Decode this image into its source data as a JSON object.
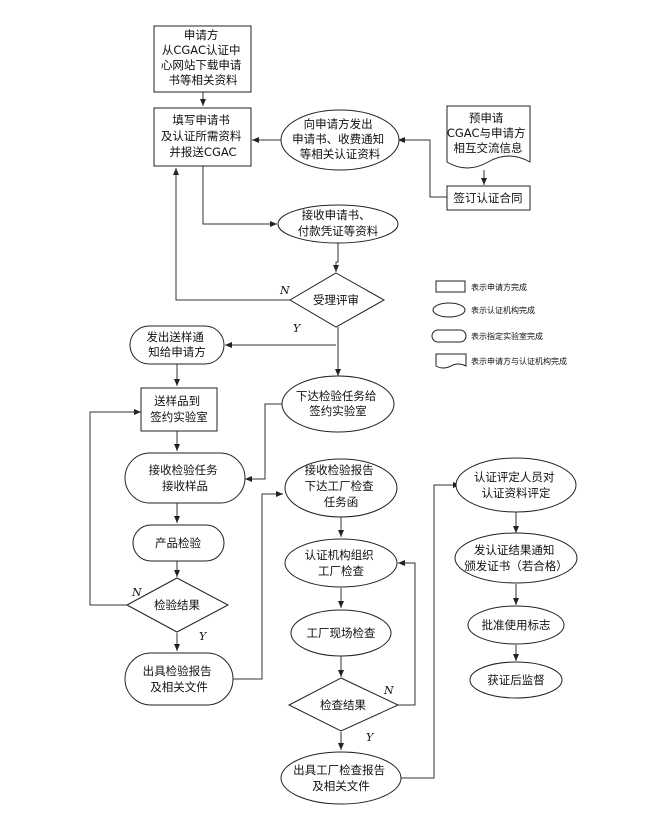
{
  "nodes": {
    "applicant_download": [
      "申请方",
      "从CGAC认证中",
      "心网站下载申请",
      "书等相关资料"
    ],
    "fill_application": [
      "填写申请书",
      "及认证所需资料",
      "并报送CGAC"
    ],
    "send_forms": [
      "向申请方发出",
      "申请书、收费通知",
      "等相关认证资料"
    ],
    "pre_application": [
      "预申请",
      "CGAC与申请方",
      "相互交流信息"
    ],
    "sign_contract": [
      "签订认证合同"
    ],
    "receive_application": [
      "接收申请书、",
      "付款凭证等资料"
    ],
    "acceptance_review": [
      "受理评审"
    ],
    "sample_notice": [
      "发出送样通",
      "知给申请方"
    ],
    "issue_task": [
      "下达检验任务给",
      "签约实验室"
    ],
    "send_samples": [
      "送样品到",
      "签约实验室"
    ],
    "receive_task": [
      "接收检验任务",
      "接收样品"
    ],
    "product_test": [
      "产品检验"
    ],
    "test_result": [
      "检验结果"
    ],
    "test_report": [
      "出具检验报告",
      "及相关文件"
    ],
    "receive_report": [
      "接收检验报告",
      "下达工厂检查",
      "任务函"
    ],
    "organize_inspection": [
      "认证机构组织",
      "工厂检查"
    ],
    "onsite_inspection": [
      "工厂现场检查"
    ],
    "inspection_result": [
      "检查结果"
    ],
    "inspection_report": [
      "出具工厂检查报告",
      "及相关文件"
    ],
    "evaluation": [
      "认证评定人员对",
      "认证资料评定"
    ],
    "issue_certificate": [
      "发认证结果通知",
      "颁发证书（若合格）"
    ],
    "approve_mark": [
      "批准使用标志"
    ],
    "surveillance": [
      "获证后监督"
    ]
  },
  "labels": {
    "yes": "Y",
    "no": "N"
  },
  "legend": [
    {
      "shape": "rect",
      "text": "表示申请方完成"
    },
    {
      "shape": "ellipse",
      "text": "表示认证机构完成"
    },
    {
      "shape": "stadium",
      "text": "表示指定实验室完成"
    },
    {
      "shape": "document",
      "text": "表示申请方与认证机构完成"
    }
  ]
}
